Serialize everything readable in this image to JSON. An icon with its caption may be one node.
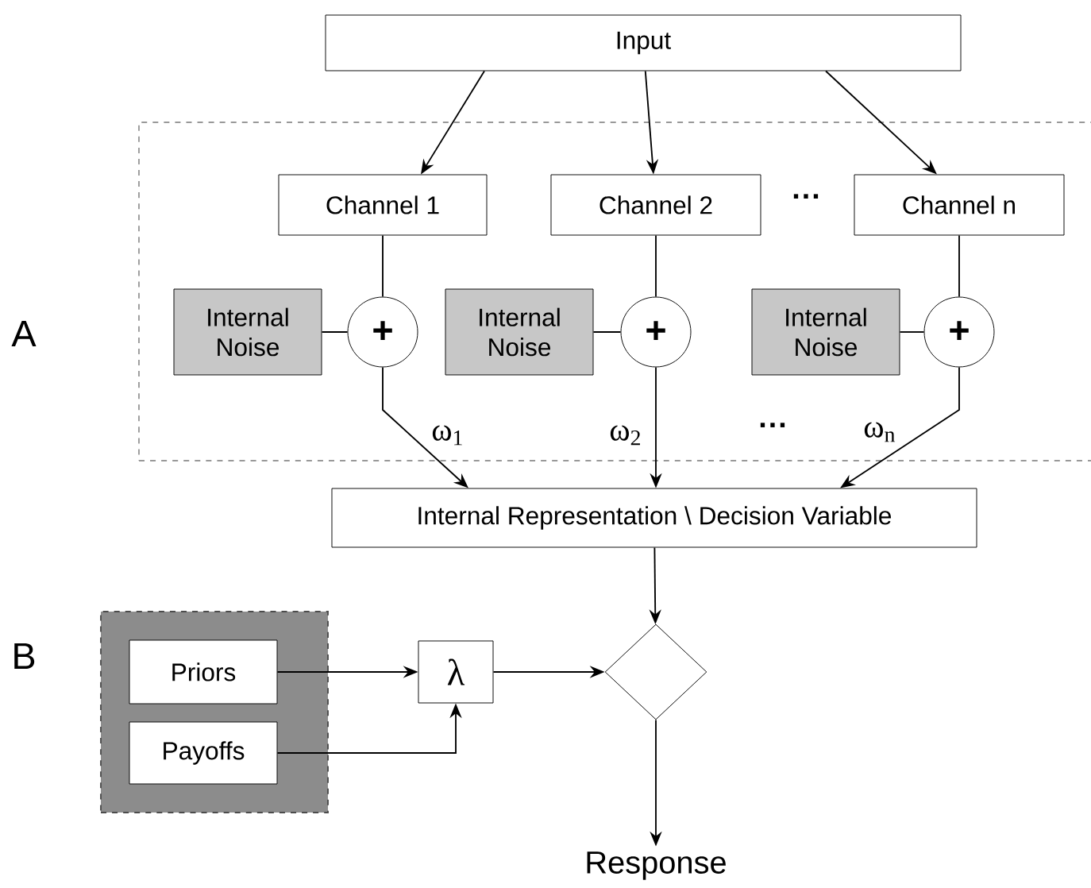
{
  "diagram": {
    "nodes": [
      {
        "text": [
          "Input"
        ]
      },
      {
        "text": [],
        "shape": "box"
      },
      {
        "text": [
          "Channel 1"
        ],
        "in": 1
      },
      {
        "text": [
          "Channel 2"
        ],
        "in": 1
      },
      {
        "text": [
          "Channel n"
        ],
        "in": 1
      },
      {
        "text": [
          "Internal Noise"
        ],
        "in": 1
      },
      {
        "text": [
          "+"
        ],
        "in": 1
      },
      {
        "text": [
          "Internal Noise"
        ],
        "in": 1
      },
      {
        "text": [
          "+"
        ],
        "in": 1
      },
      {
        "text": [
          "Internal Noise"
        ],
        "in": 1
      },
      {
        "text": [
          "+"
        ],
        "in": 1
      },
      {
        "text": [
          "Internal Representation \\ Decision Variable"
        ]
      },
      {
        "text": [],
        "shape": "box"
      },
      {
        "text": [
          "Priors"
        ],
        "in": 12
      },
      {
        "text": [
          "Payoffs"
        ],
        "in": 12
      },
      {
        "text": [
          "λ"
        ]
      },
      {
        "text": [],
        "shape": "diamond"
      },
      {
        "text": [
          "Response"
        ]
      }
    ],
    "edges": [
      {
        "from": 0,
        "to": 2,
        "arrow": "to"
      },
      {
        "from": 0,
        "to": 3,
        "arrow": "to"
      },
      {
        "from": 0,
        "to": 4,
        "arrow": "to"
      },
      {
        "from": 2,
        "to": 6,
        "arrow": "none"
      },
      {
        "from": 3,
        "to": 8,
        "arrow": "none"
      },
      {
        "from": 4,
        "to": 10,
        "arrow": "none"
      },
      {
        "from": 5,
        "to": 6,
        "arrow": "none"
      },
      {
        "from": 7,
        "to": 8,
        "arrow": "none"
      },
      {
        "from": 9,
        "to": 10,
        "arrow": "none"
      },
      {
        "from": 6,
        "to": 11,
        "arrow": "to",
        "label": "ω$_{1}$"
      },
      {
        "from": 8,
        "to": 11,
        "arrow": "to",
        "label": "ω$_{2}$"
      },
      {
        "from": 10,
        "to": 11,
        "arrow": "to",
        "label": "ω$_{n}$"
      },
      {
        "from": 11,
        "to": 16,
        "arrow": "to"
      },
      {
        "from": 13,
        "to": 15,
        "arrow": "to"
      },
      {
        "from": 14,
        "to": 15,
        "arrow": "to"
      },
      {
        "from": 15,
        "to": 16,
        "arrow": "to"
      },
      {
        "from": 16,
        "to": 17,
        "arrow": "to"
      }
    ],
    "labels": [
      "A",
      "B",
      "···",
      "···"
    ]
  }
}
